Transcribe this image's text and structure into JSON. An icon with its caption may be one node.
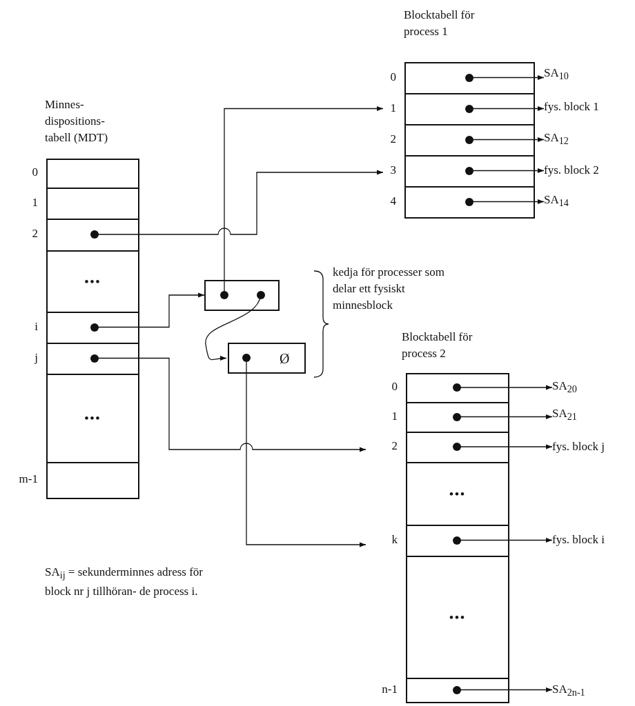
{
  "diagram": {
    "nodes": [
      {
        "text": [
          "Minnes- dispositions- tabell (MDT)"
        ]
      },
      {
        "text": [],
        "shape": "box",
        "in": 0,
        "beside": [
          "0"
        ]
      },
      {
        "text": [],
        "shape": "box",
        "in": 0,
        "beside": [
          "1"
        ]
      },
      {
        "text": [],
        "shape": "box",
        "in": 0,
        "beside": [
          "2"
        ]
      },
      {
        "text": [
          "•••"
        ],
        "in": 0
      },
      {
        "text": [],
        "shape": "box",
        "in": 0,
        "beside": [
          "i"
        ]
      },
      {
        "text": [],
        "shape": "box",
        "in": 0,
        "beside": [
          "j"
        ]
      },
      {
        "text": [
          "•••"
        ],
        "in": 0
      },
      {
        "text": [],
        "shape": "box",
        "in": 0,
        "beside": [
          "m-1"
        ]
      },
      {
        "text": [
          "Blocktabell för process 1"
        ]
      },
      {
        "text": [],
        "shape": "box",
        "in": 9,
        "beside": [
          "0"
        ]
      },
      {
        "text": [],
        "shape": "box",
        "in": 9,
        "beside": [
          "1"
        ]
      },
      {
        "text": [],
        "shape": "box",
        "in": 9,
        "beside": [
          "2"
        ]
      },
      {
        "text": [],
        "shape": "box",
        "in": 9,
        "beside": [
          "3"
        ]
      },
      {
        "text": [],
        "shape": "box",
        "in": 9,
        "beside": [
          "4"
        ]
      },
      {
        "text": [
          "SA$_{10}$"
        ]
      },
      {
        "text": [
          "fys. block 1"
        ]
      },
      {
        "text": [
          "SA$_{12}$"
        ]
      },
      {
        "text": [
          "fys. block 2"
        ]
      },
      {
        "text": [
          "SA$_{14}$"
        ]
      },
      {
        "text": [],
        "shape": "box"
      },
      {
        "text": [
          "Ø"
        ]
      },
      {
        "text": [
          "Blocktabell för process 2"
        ]
      },
      {
        "text": [],
        "shape": "box",
        "in": 22,
        "beside": [
          "0"
        ]
      },
      {
        "text": [],
        "shape": "box",
        "in": 22,
        "beside": [
          "1"
        ]
      },
      {
        "text": [],
        "shape": "box",
        "in": 22,
        "beside": [
          "2"
        ]
      },
      {
        "text": [
          "•••"
        ],
        "in": 22
      },
      {
        "text": [],
        "shape": "box",
        "in": 22,
        "beside": [
          "k"
        ]
      },
      {
        "text": [
          "•••"
        ],
        "in": 22
      },
      {
        "text": [],
        "shape": "box",
        "in": 22,
        "beside": [
          "n-1"
        ]
      },
      {
        "text": [
          "SA$_{20}$"
        ]
      },
      {
        "text": [
          "SA$_{21}$"
        ]
      },
      {
        "text": [
          "fys. block j"
        ]
      },
      {
        "text": [
          "fys. block i"
        ]
      },
      {
        "text": [
          "SA$_{2n-1}$"
        ]
      }
    ],
    "edges": [
      {
        "from": 3,
        "to": 13,
        "arrow": "to"
      },
      {
        "from": 20,
        "to": 11,
        "arrow": "to"
      },
      {
        "from": 5,
        "to": 20,
        "arrow": "to"
      },
      {
        "from": 20,
        "to": 21,
        "arrow": "to"
      },
      {
        "from": 6,
        "to": 25,
        "arrow": "to"
      },
      {
        "from": 21,
        "to": 27,
        "arrow": "to"
      },
      {
        "from": 10,
        "to": 15,
        "arrow": "to"
      },
      {
        "from": 11,
        "to": 16,
        "arrow": "to"
      },
      {
        "from": 12,
        "to": 17,
        "arrow": "to"
      },
      {
        "from": 13,
        "to": 18,
        "arrow": "to"
      },
      {
        "from": 14,
        "to": 19,
        "arrow": "to"
      },
      {
        "from": 23,
        "to": 30,
        "arrow": "to"
      },
      {
        "from": 24,
        "to": 31,
        "arrow": "to"
      },
      {
        "from": 25,
        "to": 32,
        "arrow": "to"
      },
      {
        "from": 27,
        "to": 33,
        "arrow": "to"
      },
      {
        "from": 29,
        "to": 34,
        "arrow": "to"
      }
    ],
    "labels": [
      "kedja för processer som delar ett fysiskt minnesblock",
      "SA$_{ij}$ = sekunderminnes adress för block nr j tillhöran- de process i."
    ]
  }
}
